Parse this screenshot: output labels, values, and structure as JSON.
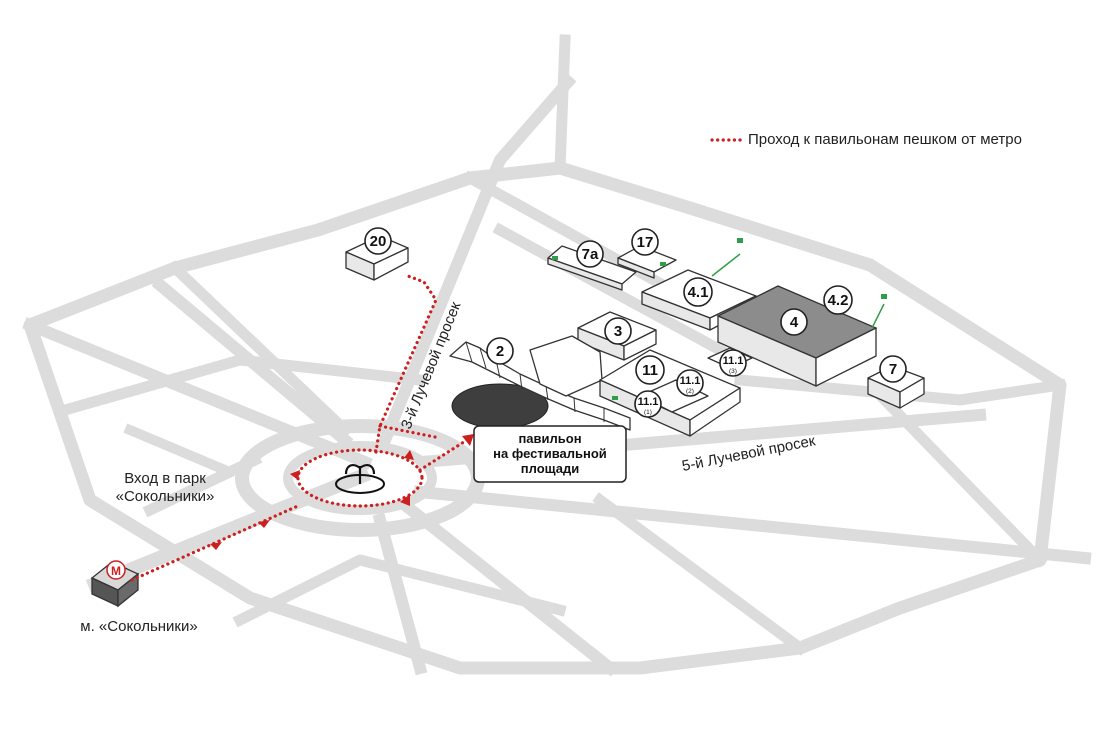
{
  "legend": {
    "walk_route_label": "Проход к павильонам пешком от метро",
    "walk_route_color": "#cc1f1f"
  },
  "streets": {
    "third_radial": "3-й Лучевой просек",
    "fifth_radial": "5-й Лучевой просек"
  },
  "labels": {
    "park_entrance_line1": "Вход в парк",
    "park_entrance_line2": "«Сокольники»",
    "metro_station": "м. «Сокольники»",
    "metro_symbol": "М"
  },
  "festival_pavilion": {
    "line1": "павильон",
    "line2": "на фестивальной",
    "line3": "площади"
  },
  "pavilions": [
    {
      "id": "20",
      "label": "20"
    },
    {
      "id": "7a",
      "label": "7а"
    },
    {
      "id": "17",
      "label": "17"
    },
    {
      "id": "4.1",
      "label": "4.1"
    },
    {
      "id": "4",
      "label": "4"
    },
    {
      "id": "4.2",
      "label": "4.2"
    },
    {
      "id": "3",
      "label": "3"
    },
    {
      "id": "2",
      "label": "2"
    },
    {
      "id": "11",
      "label": "11"
    },
    {
      "id": "11.1-3",
      "label": "11.1",
      "sub": "(3)"
    },
    {
      "id": "11.1-2",
      "label": "11.1",
      "sub": "(2)"
    },
    {
      "id": "11.1-1",
      "label": "11.1",
      "sub": "(1)"
    },
    {
      "id": "7",
      "label": "7"
    }
  ],
  "colors": {
    "roads": "#dcdcdc",
    "flags": "#2e9e4a",
    "pavilion_4_roof": "#8c8c8c"
  }
}
